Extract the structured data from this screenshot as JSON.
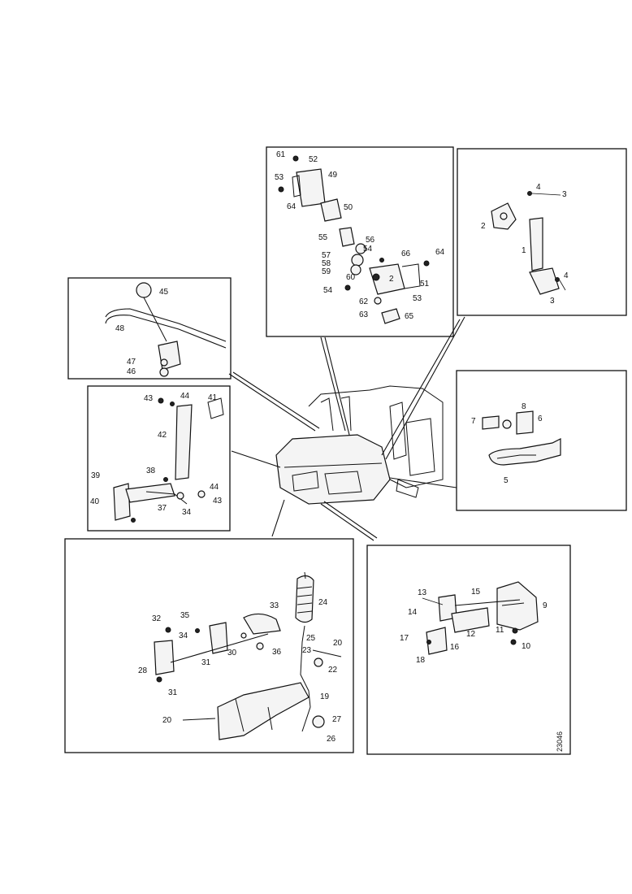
{
  "drawing_code": "23046",
  "panels": {
    "top": {
      "labels": [
        "61",
        "52",
        "49",
        "53",
        "64",
        "50",
        "55",
        "56",
        "54",
        "57",
        "58",
        "59",
        "66",
        "64",
        "2",
        "53",
        "51",
        "54",
        "60",
        "62",
        "63",
        "65"
      ]
    },
    "right": {
      "labels": [
        "4",
        "3",
        "2",
        "1",
        "4",
        "3"
      ]
    },
    "left_top": {
      "labels": [
        "45",
        "48",
        "47",
        "46"
      ]
    },
    "left_mid": {
      "labels": [
        "43",
        "44",
        "41",
        "42",
        "39",
        "38",
        "40",
        "37",
        "34",
        "44",
        "43"
      ]
    },
    "mid_right": {
      "labels": [
        "7",
        "8",
        "6",
        "5"
      ]
    },
    "bottom_left": {
      "labels": [
        "32",
        "35",
        "33",
        "24",
        "34",
        "30",
        "25",
        "36",
        "31",
        "28",
        "23",
        "20",
        "22",
        "31",
        "19",
        "20",
        "27",
        "26"
      ]
    },
    "bottom_right": {
      "labels": [
        "13",
        "14",
        "15",
        "9",
        "17",
        "12",
        "11",
        "18",
        "16",
        "10"
      ]
    }
  }
}
